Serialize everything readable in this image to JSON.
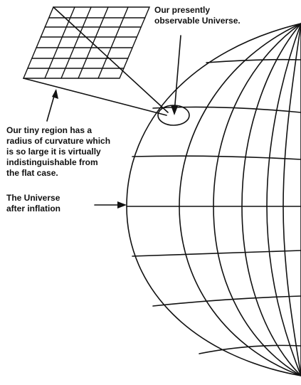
{
  "diagram": {
    "labels": {
      "observable": "Our presently\nobservable Universe.",
      "curvature": "Our tiny region has a\nradius of curvature which\nis so large it is virtually\nindistinguishable from\nthe flat case.",
      "after_inflation": "The Universe\nafter inflation"
    },
    "colors": {
      "ink": "#111111",
      "background": "#ffffff"
    }
  }
}
